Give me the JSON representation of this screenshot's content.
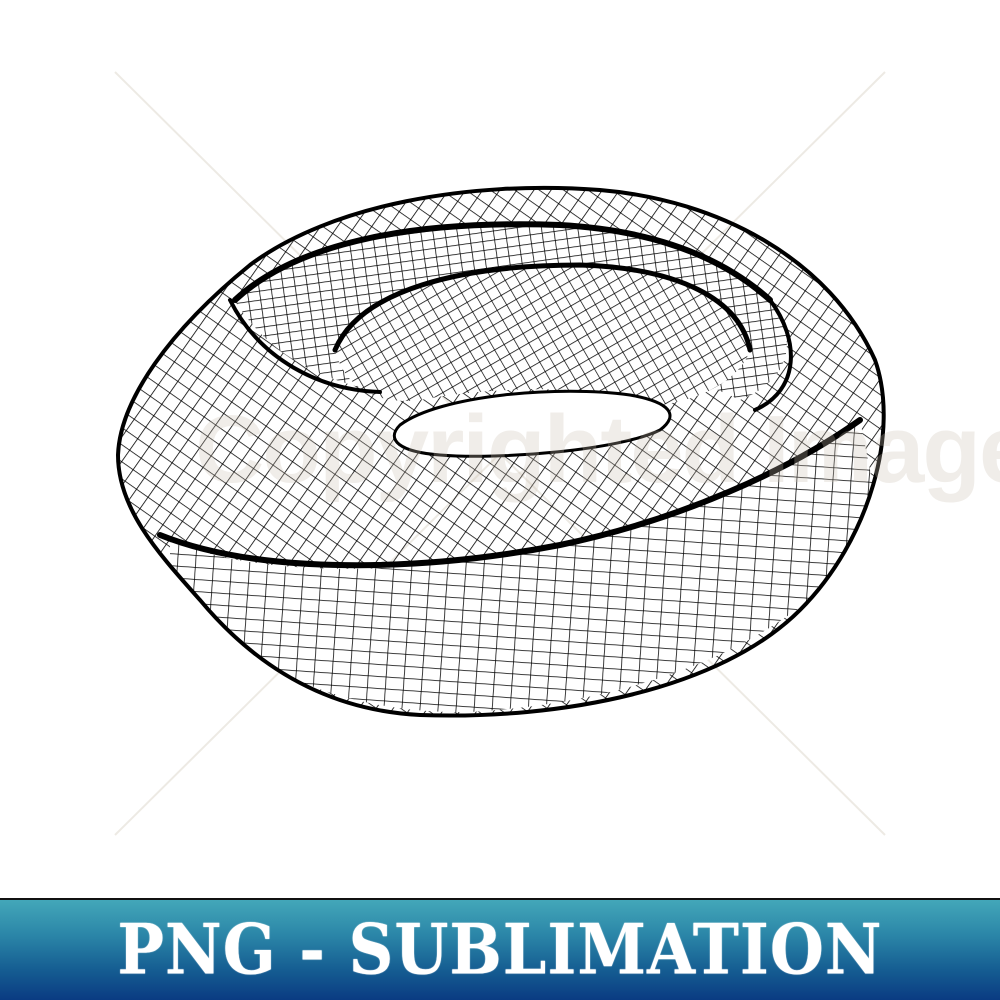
{
  "artwork": {
    "subject": "wireframe twisted torus (mobius-like ring)",
    "stroke_color": "#000000",
    "background_color": "#ffffff"
  },
  "watermark": {
    "text": "Copyrighted Image",
    "color": "#c8beaf",
    "cross_lines": true
  },
  "banner": {
    "label": "PNG - SUBLIMATION",
    "gradient_top": "#43a7b9",
    "gradient_bottom": "#0a3b82",
    "text_color": "#ffffff",
    "border_color": "#111111"
  }
}
